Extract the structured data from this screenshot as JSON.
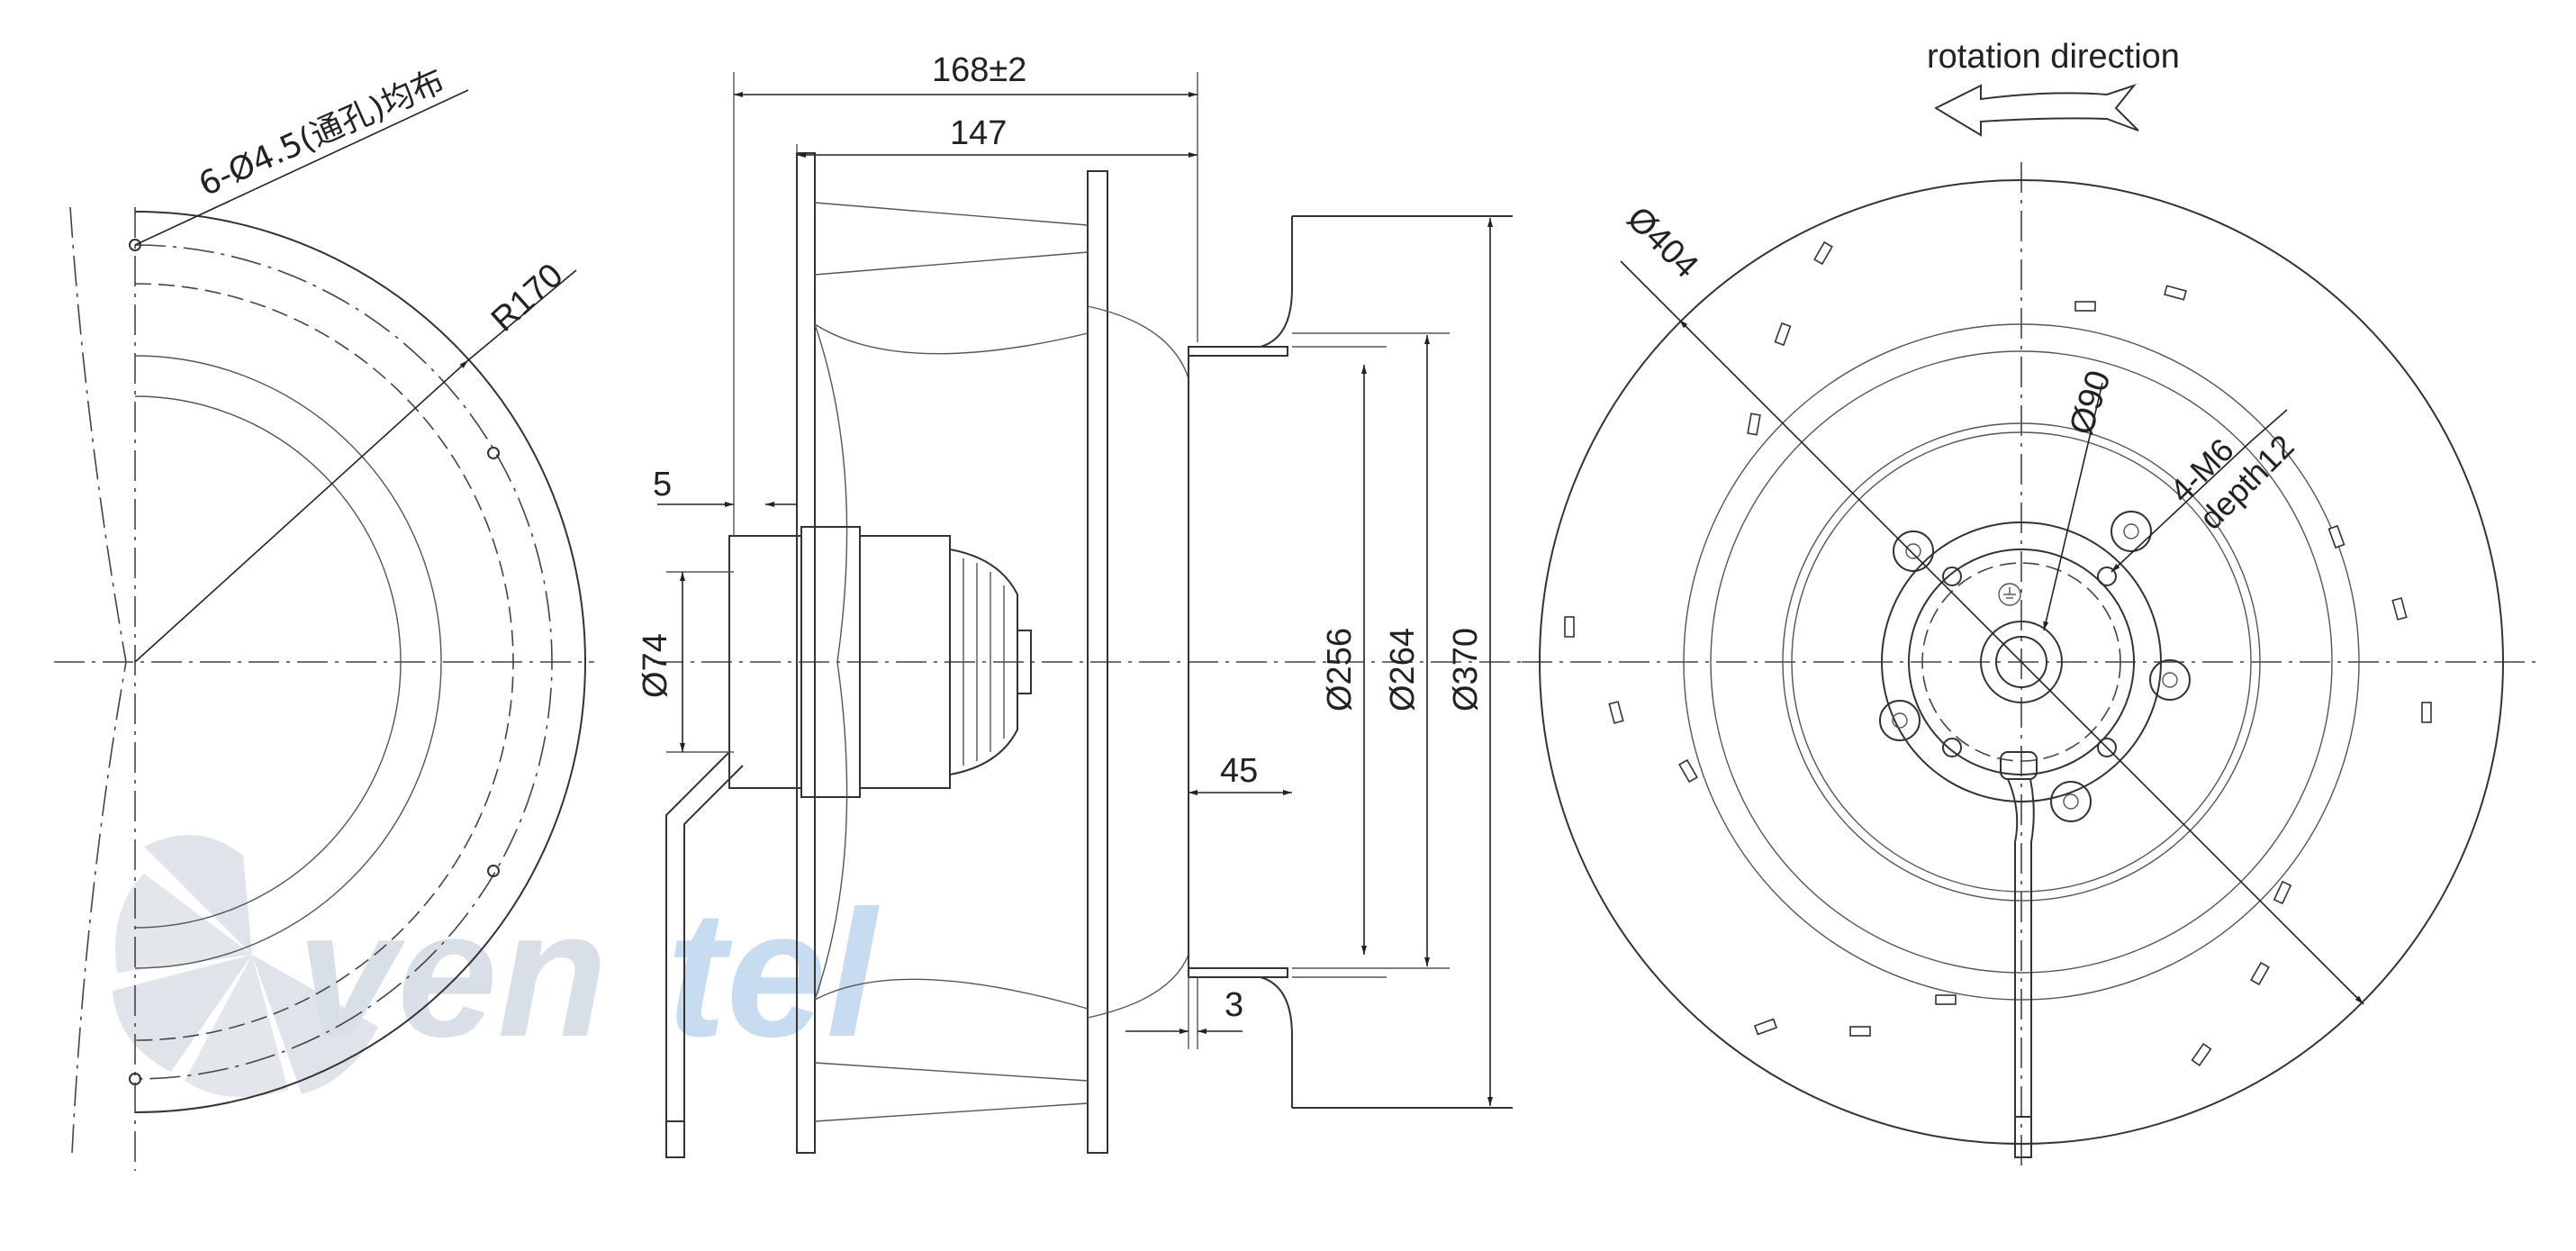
{
  "watermark": {
    "brand_main": "ven",
    "brand_accent": "tel"
  },
  "left_view": {
    "hole_callout": "6-Ø4.5(通孔)均布",
    "radius_label": "R170"
  },
  "side_view": {
    "overall_length": "168±2",
    "impeller_length": "147",
    "flange_offset": "5",
    "motor_diameter": "Ø74",
    "inlet_depth": "45",
    "inlet_gap": "3",
    "inlet_inner_diameter": "Ø256",
    "inlet_mid_diameter": "Ø264",
    "inlet_outer_diameter": "Ø370"
  },
  "front_view": {
    "rotation_label": "rotation direction",
    "impeller_diameter": "Ø404",
    "bolt_circle_diameter": "Ø90",
    "thread_spec": "4-M6",
    "thread_depth": "depth12"
  }
}
